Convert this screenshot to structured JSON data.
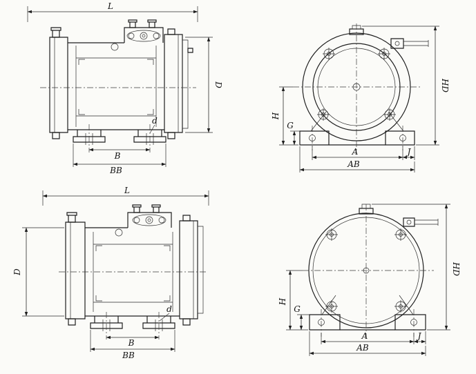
{
  "drawing": {
    "colors": {
      "line": "#1e1e1e",
      "background": "#fbfbf8"
    },
    "views": {
      "side_top": {
        "labels": {
          "L": "L",
          "D": "D",
          "B": "B",
          "BB": "BB",
          "d": "d"
        }
      },
      "end_top": {
        "labels": {
          "H": "H",
          "G": "G",
          "HD": "HD",
          "A": "A",
          "J": "J",
          "AB": "AB"
        }
      },
      "side_bottom": {
        "labels": {
          "L": "L",
          "D": "D",
          "B": "B",
          "BB": "BB",
          "d": "d"
        }
      },
      "end_bottom": {
        "labels": {
          "H": "H",
          "G": "G",
          "HD": "HD",
          "A": "A",
          "J": "J",
          "AB": "AB"
        }
      }
    }
  }
}
